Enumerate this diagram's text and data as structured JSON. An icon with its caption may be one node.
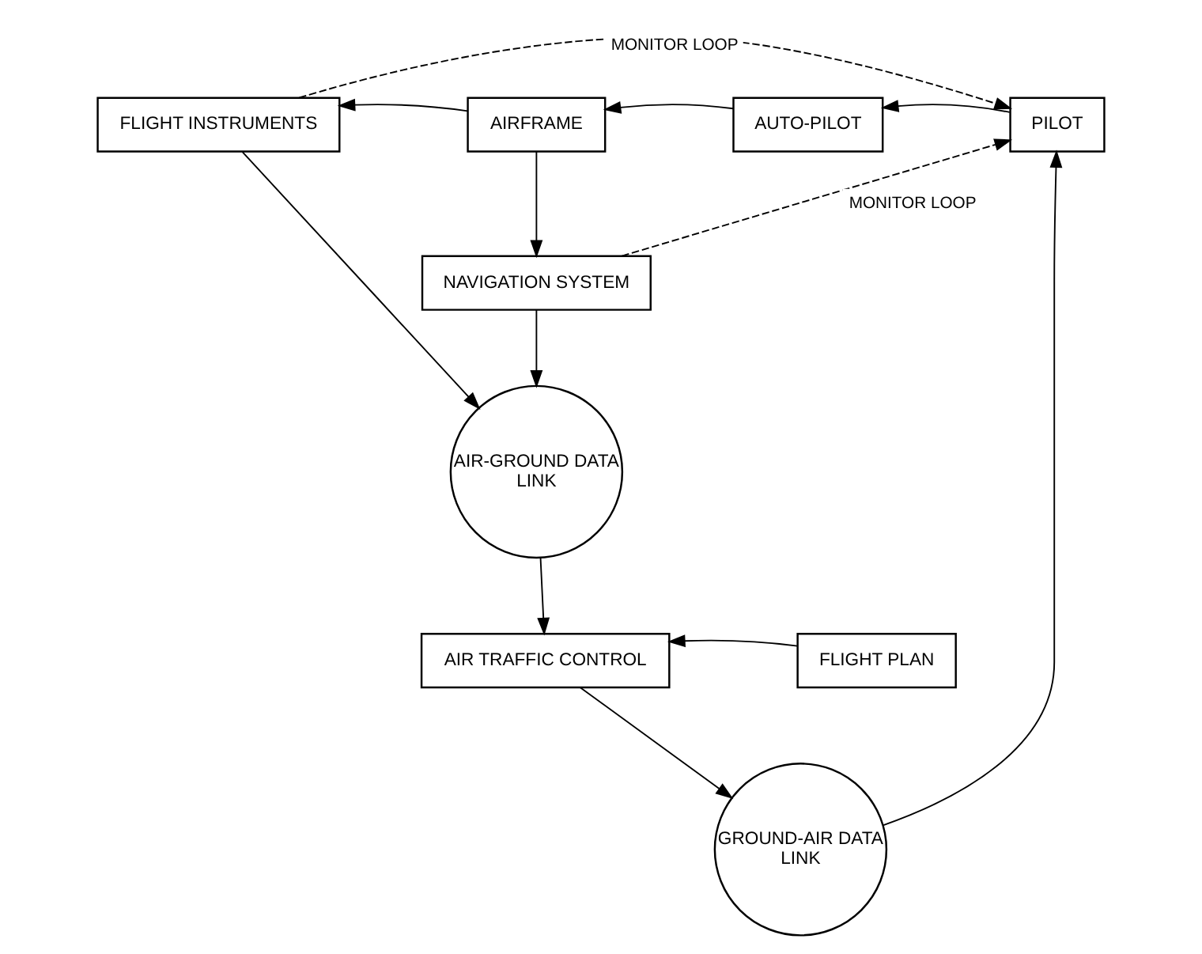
{
  "diagram": {
    "nodes": [
      {
        "text": [
          "FLIGHT INSTRUMENTS"
        ]
      },
      {
        "text": [
          "AIRFRAME"
        ]
      },
      {
        "text": [
          "AUTO-PILOT"
        ]
      },
      {
        "text": [
          "PILOT"
        ]
      },
      {
        "text": [
          "NAVIGATION SYSTEM"
        ]
      },
      {
        "text": [
          "AIR-GROUND DATA LINK"
        ]
      },
      {
        "text": [
          "GROUND-AIR DATA LINK"
        ]
      },
      {
        "text": [
          "FLIGHT PLAN"
        ]
      },
      {
        "text": [
          "AIR TRAFFIC CONTROL"
        ]
      }
    ],
    "edges": [
      {
        "from": 3,
        "to": 2,
        "arrow": "to"
      },
      {
        "from": 2,
        "to": 1,
        "arrow": "to"
      },
      {
        "from": 1,
        "to": 0,
        "arrow": "to"
      },
      {
        "from": 1,
        "to": 4,
        "arrow": "to"
      },
      {
        "from": 0,
        "to": 5,
        "arrow": "to"
      },
      {
        "from": 4,
        "to": 5,
        "arrow": "to"
      },
      {
        "from": 5,
        "to": 8,
        "arrow": "to"
      },
      {
        "from": 7,
        "to": 8,
        "arrow": "to"
      },
      {
        "from": 8,
        "to": 6,
        "arrow": "to"
      },
      {
        "from": 6,
        "to": 3,
        "arrow": "to"
      },
      {
        "from": 0,
        "to": 3,
        "arrow": "to",
        "label": "MONITOR LOOP",
        "style": "dashed"
      },
      {
        "from": 4,
        "to": 3,
        "arrow": "to",
        "label": "MONITOR LOOP",
        "style": "dashed"
      }
    ]
  }
}
